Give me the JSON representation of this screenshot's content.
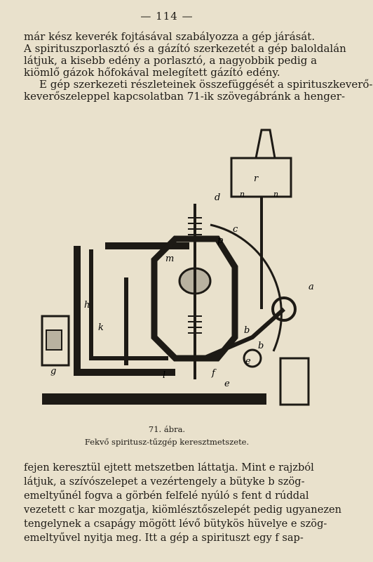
{
  "page_number": "— 114 —",
  "top_lines": [
    "már kész keverék fojtásával szabályozza a gép járását.",
    "A spirituszporlasztó és a gázító szerkezetét a gép baloldalán",
    "látjuk, a kisebb edény a porlasztó, a nagyobbik pedig a",
    "kiömlő gázok hőfokával melegített gázító edény.",
    "E gép szerkezeti részleteinek összefüggését a spirituszkeverő-",
    "keverőszeleppel kapcsolatban 71-ik szövegábránk a henger-"
  ],
  "figure": {
    "title": "71. ábra.",
    "subtitle": "Fekvő spiritusz-tűzgép keresztmetszete.",
    "labels": [
      "r",
      "n",
      "n",
      "d",
      "c",
      "m",
      "p",
      "a",
      "b",
      "b",
      "h",
      "k",
      "g",
      "l",
      "e",
      "e",
      "f"
    ]
  },
  "bottom_lines": [
    "fejen keresztül ejtett metszetben láttatja. Mint e rajzból",
    "látjuk, a szívószelepet a vezértengely a bütyke b szög-",
    "emeltyűnél fogva a görbén felfelé nyúló s fent d rúddal",
    "vezetett c kar mozgatja, kiömlésztőszelepét pedig ugyanezen",
    "tengelynek a csapágy mögött lévő bütykös hüvelye e szög-",
    "emeltyűvel nyitja meg. Itt a gép a spirituszt egy f sap-"
  ]
}
